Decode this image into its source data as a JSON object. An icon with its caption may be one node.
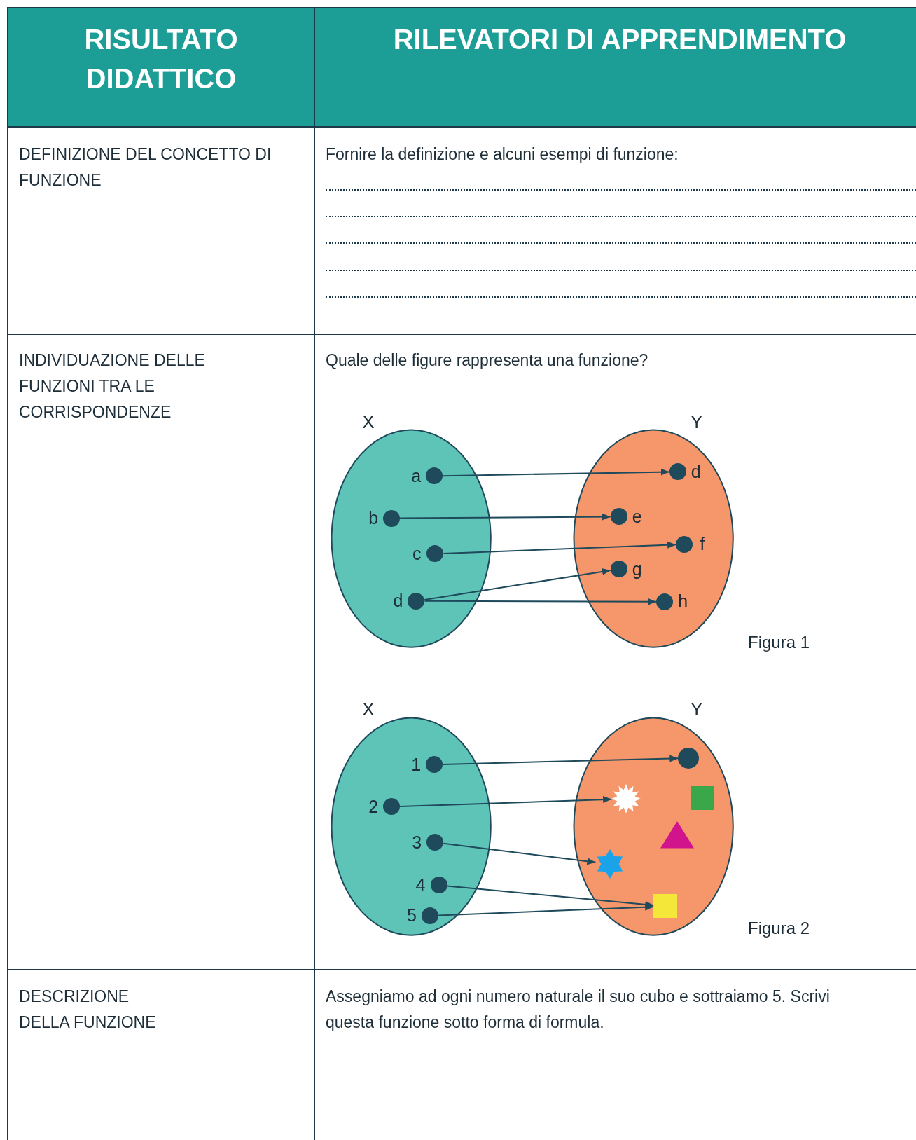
{
  "diagram": {
    "nodes": [
      {
        "text": [
          "X"
        ]
      },
      {
        "text": [
          "a"
        ],
        "in": 0
      },
      {
        "text": [
          "b"
        ],
        "in": 0
      },
      {
        "text": [
          "c"
        ],
        "in": 0
      },
      {
        "text": [
          "d"
        ],
        "in": 0
      },
      {
        "text": [
          "Y"
        ]
      },
      {
        "text": [
          "d"
        ],
        "in": 5
      },
      {
        "text": [
          "e"
        ],
        "in": 5
      },
      {
        "text": [
          "f"
        ],
        "in": 5
      },
      {
        "text": [
          "g"
        ],
        "in": 5
      },
      {
        "text": [
          "h"
        ],
        "in": 5
      },
      {
        "text": [
          "X"
        ]
      },
      {
        "text": [
          "1"
        ],
        "in": 11
      },
      {
        "text": [
          "2"
        ],
        "in": 11
      },
      {
        "text": [
          "3"
        ],
        "in": 11
      },
      {
        "text": [
          "4"
        ],
        "in": 11
      },
      {
        "text": [
          "5"
        ],
        "in": 11
      },
      {
        "text": [
          "Y"
        ]
      },
      {
        "text": [],
        "shape": "circle",
        "in": 17
      },
      {
        "text": [],
        "shape": "star",
        "in": 17
      },
      {
        "text": [],
        "shape": "box",
        "in": 17
      },
      {
        "text": [],
        "shape": "triangle",
        "in": 17
      },
      {
        "text": [],
        "shape": "star",
        "in": 17
      },
      {
        "text": [],
        "shape": "box",
        "in": 17
      }
    ],
    "edges": [
      {
        "from": 1,
        "to": 6,
        "arrow": "to"
      },
      {
        "from": 2,
        "to": 7,
        "arrow": "to"
      },
      {
        "from": 3,
        "to": 8,
        "arrow": "to"
      },
      {
        "from": 4,
        "to": 9,
        "arrow": "to"
      },
      {
        "from": 4,
        "to": 10,
        "arrow": "to"
      },
      {
        "from": 12,
        "to": 18,
        "arrow": "to"
      },
      {
        "from": 13,
        "to": 19,
        "arrow": "to"
      },
      {
        "from": 14,
        "to": 22,
        "arrow": "to"
      },
      {
        "from": 15,
        "to": 23,
        "arrow": "to"
      },
      {
        "from": 16,
        "to": 23,
        "arrow": "to"
      }
    ],
    "labels": [
      "RISULTATO DIDATTICO",
      "RILEVATORI DI APPRENDIMENTO",
      "DEFINIZIONE DEL CONCETTO DI FUNZIONE",
      "Fornire la definizione e alcuni esempi di funzione:",
      "INDIVIDUAZIONE DELLE FUNZIONI TRA LE CORRISPONDENZE",
      "Quale delle figure rappresenta una funzione?",
      "Figura 1",
      "Figura 2",
      "DESCRIZIONE DELLA FUNZIONE",
      "Assegniamo ad ogni numero naturale il suo cubo e sottraiamo 5. Scrivi questa funzione sotto forma di formula."
    ]
  }
}
